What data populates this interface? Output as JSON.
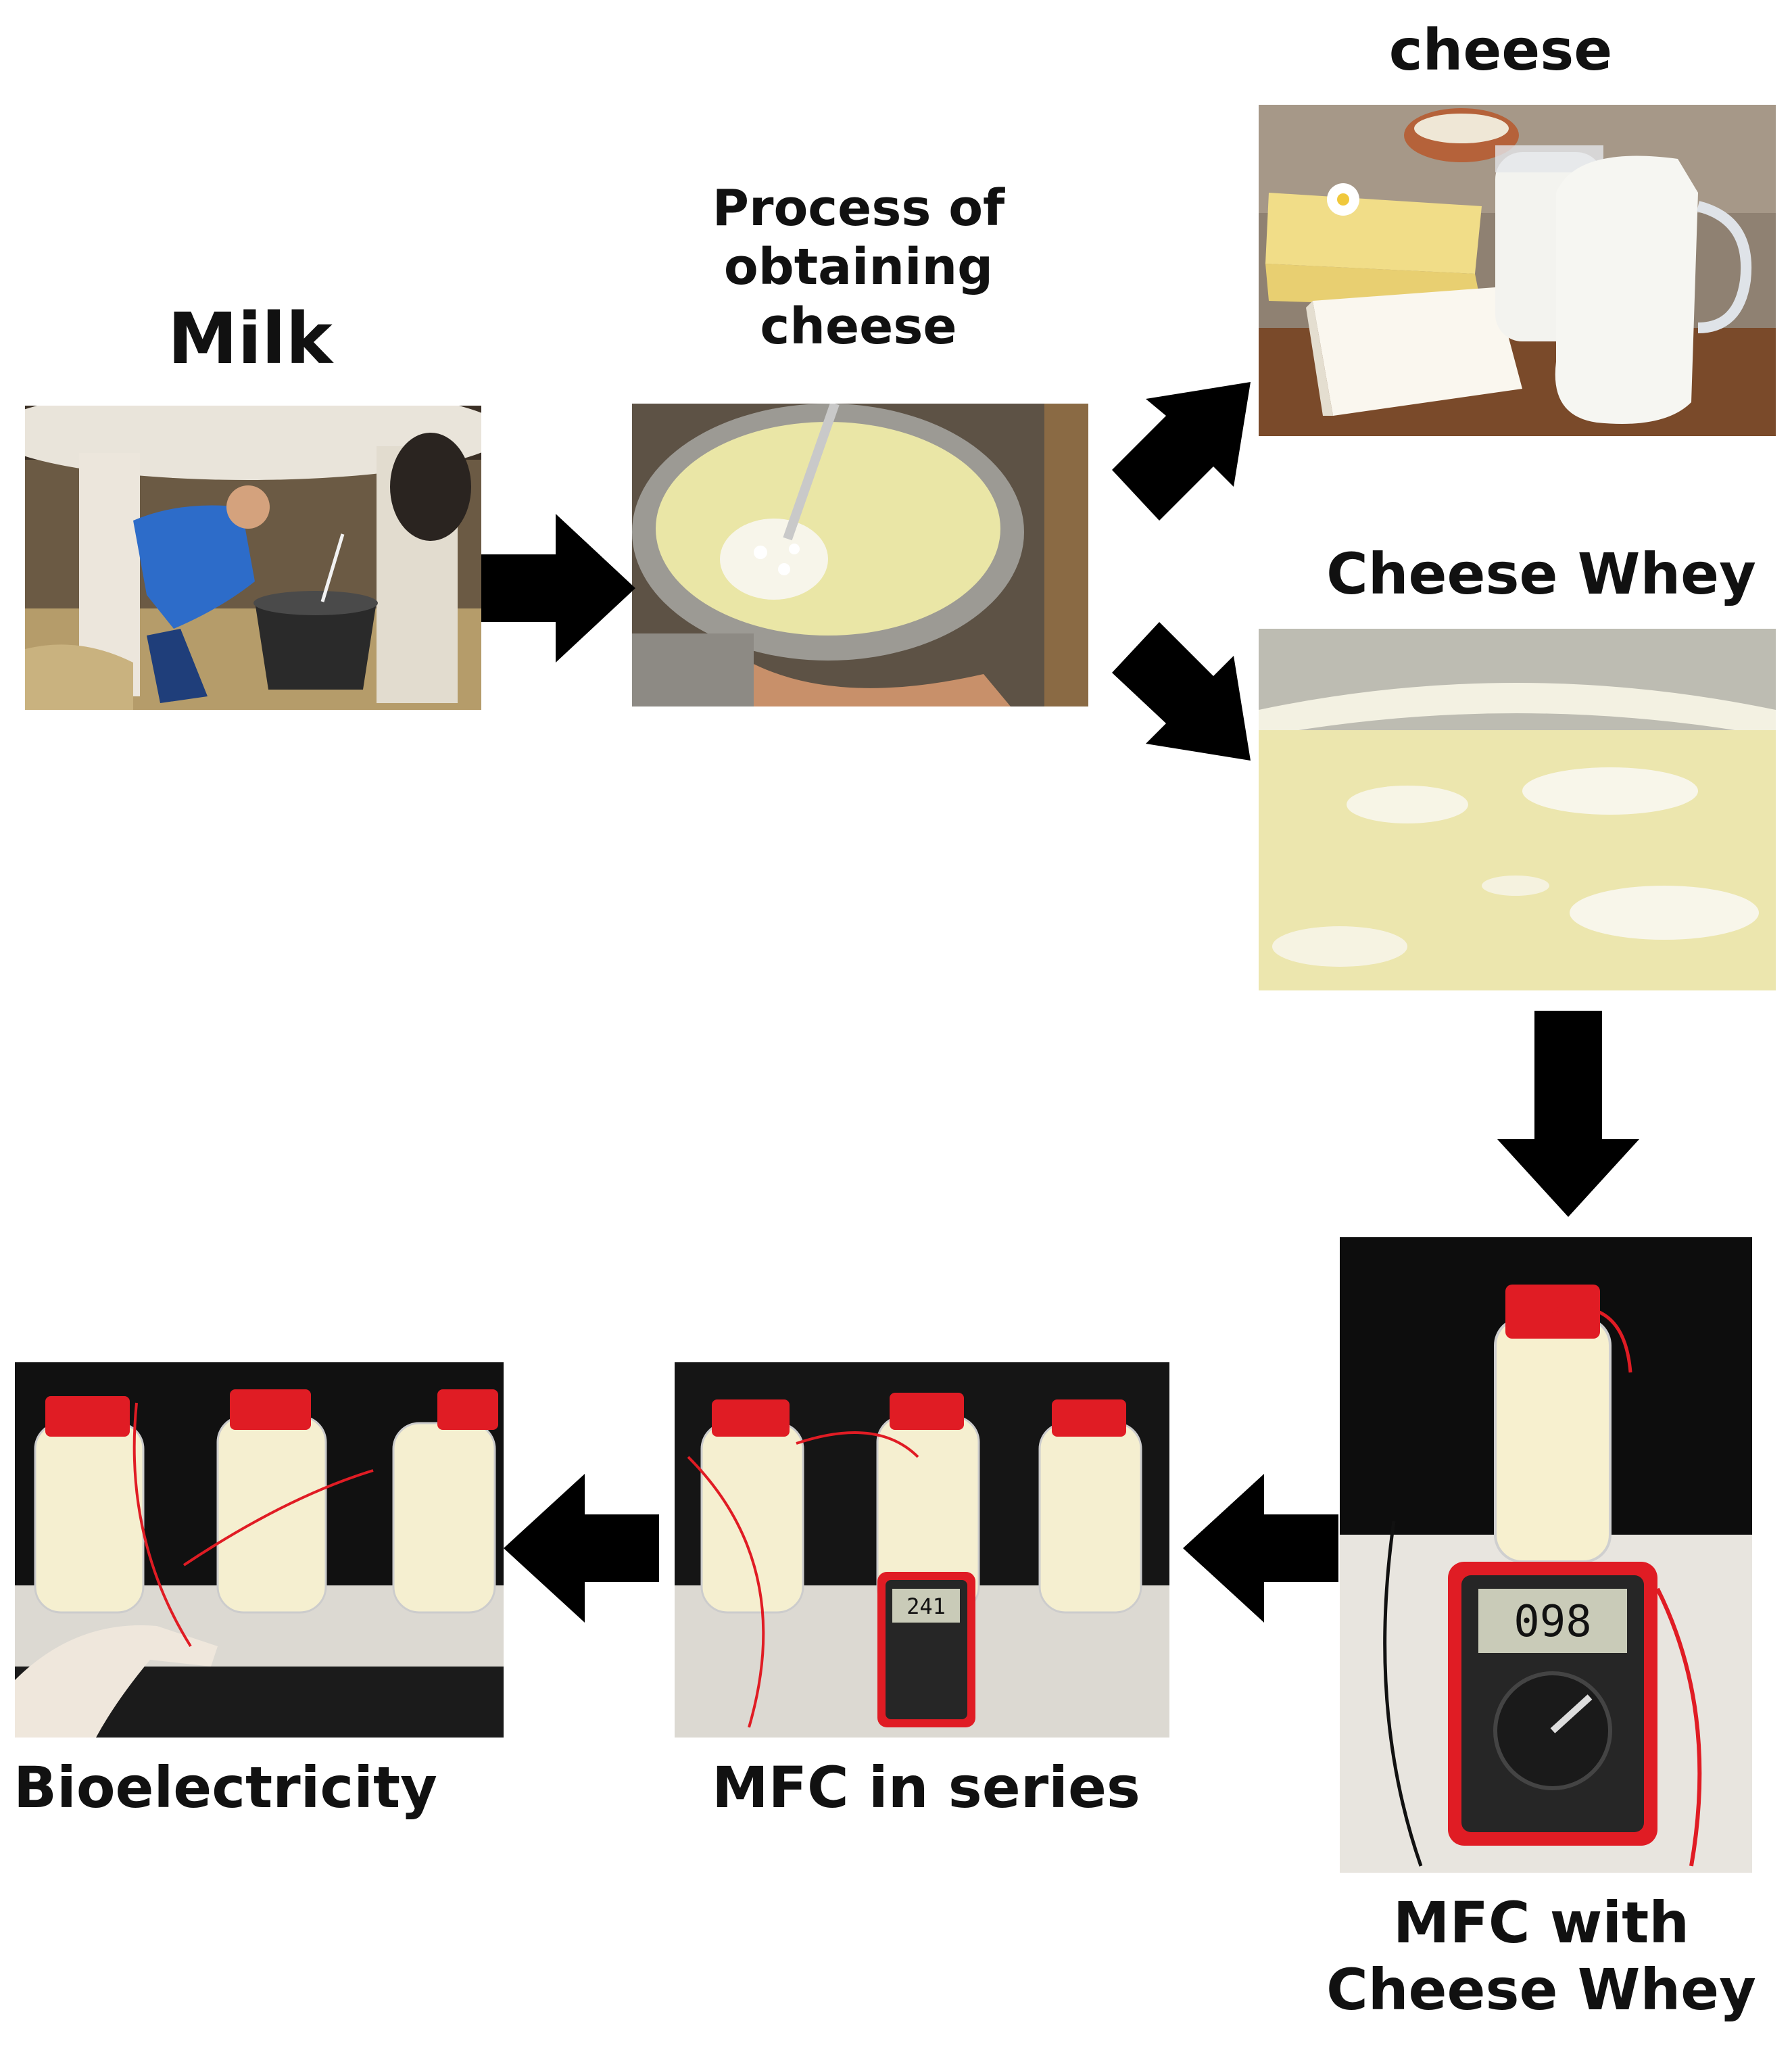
{
  "stages": {
    "milk": {
      "label": "Milk"
    },
    "process": {
      "label_line1": "Process of",
      "label_line2": "obtaining",
      "label_line3": "cheese"
    },
    "cheese": {
      "label": "cheese"
    },
    "whey": {
      "label": "Cheese Whey"
    },
    "mfc_whey": {
      "label_line1": "MFC with",
      "label_line2": "Cheese Whey",
      "meter_reading": "098"
    },
    "mfc_series": {
      "label": "MFC in series",
      "meter_reading": "241"
    },
    "bioelectricity": {
      "label": "Bioelectricity"
    }
  },
  "colors": {
    "arrow": "#000000",
    "cap_red": "#e01c24",
    "whey_yellow": "#efe9b8"
  }
}
